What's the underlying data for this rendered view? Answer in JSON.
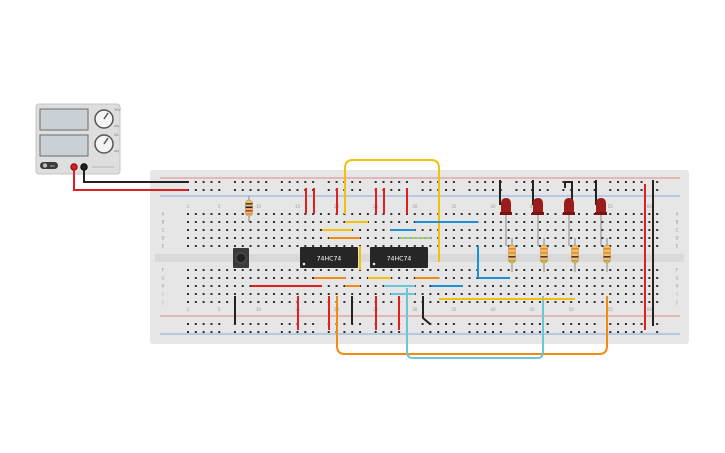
{
  "power_supply": {
    "range_label_top": "30V",
    "range_label_bottom": "5A",
    "knob_top_label": "ADJ",
    "knob_bottom_label": "ADJ",
    "on_label": "ON"
  },
  "breadboard": {
    "column_labels": [
      "1",
      "5",
      "10",
      "15",
      "20",
      "25",
      "30",
      "35",
      "40",
      "45",
      "50",
      "55",
      "60"
    ],
    "row_labels_top": [
      "A",
      "B",
      "C",
      "D",
      "E"
    ],
    "row_labels_bottom": [
      "F",
      "G",
      "H",
      "I",
      "J"
    ]
  },
  "chips": [
    {
      "label": "74HC74"
    },
    {
      "label": "74HC74"
    }
  ],
  "colors": {
    "board": "#e6e6e6",
    "hole": "#2f2f2f",
    "red_wire": "#e02020",
    "black_wire": "#222222",
    "yellow_wire": "#f2c20a",
    "orange_wire": "#f08a10",
    "blue_wire": "#1f8fd6",
    "cyan_wire": "#6cc4d8",
    "led": "#9c1b1b",
    "chip": "#262626"
  }
}
